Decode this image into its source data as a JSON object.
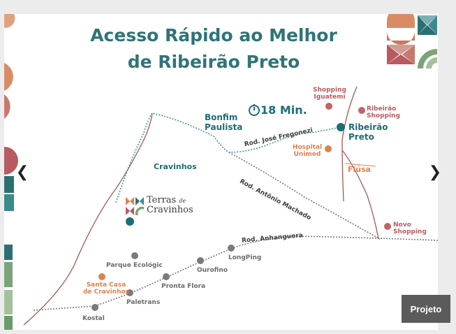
{
  "map": {
    "title_line1": "Acesso Rápido ao Melhor",
    "title_line2": "de Ribeirão Preto",
    "time_badge": "18 Min.",
    "places": {
      "bonfim": "Bonfim Paulista",
      "ribeirao": "Ribeirão Preto",
      "cravinhos": "Cravinhos",
      "fiusa": "Fiúsa"
    },
    "roads": {
      "jose_fregonezi": "Rod. José Fregonezi",
      "antonio_machado": "Rod. Antônio Machado",
      "anhanguera": "Rod. Anhanguera"
    },
    "poi": {
      "shopping_iguatemi": "Shopping Iguatemi",
      "ribeirao_shopping": "Ribeirão Shopping",
      "hospital_unimed": "Hospital Unimed",
      "novo_shopping": "Novo Shopping",
      "santa_casa": "Santa Casa de Cravinhos"
    },
    "stops": {
      "parque": "Parque Ecológic",
      "longping": "LongPing",
      "ourofino": "Ourofino",
      "pronta_flora": "Pronta Flora",
      "paletrans": "Paletrans",
      "kostal": "Kostal"
    },
    "logo": {
      "name_part1": "Terras",
      "name_de": "de",
      "name_part2": "Cravinhos"
    }
  },
  "ui": {
    "prev_arrow": "❮",
    "next_arrow": "❯",
    "badge": "Projeto"
  },
  "colors": {
    "teal": "#1d6e73",
    "title": "#2f7478",
    "rose": "#b85a5f",
    "orange": "#e0804f",
    "road_grey": "#7a7a7a"
  }
}
